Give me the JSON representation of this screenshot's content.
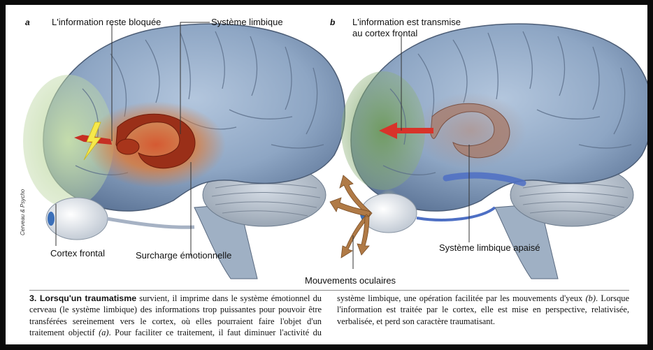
{
  "panel_a": {
    "letter": "a",
    "label_blocked": "L'information reste bloquée",
    "label_limbic": "Système limbique",
    "label_frontal": "Cortex frontal",
    "label_overload": "Surcharge émotionnelle"
  },
  "panel_b": {
    "letter": "b",
    "label_transmitted_1": "L'information est transmise",
    "label_transmitted_2": "au cortex frontal",
    "label_calmed": "Système limbique apaisé",
    "label_eye_movements": "Mouvements oculaires"
  },
  "credit": "Cerveau & Psycho",
  "caption": {
    "lead": "3. Lorsqu'un traumatisme",
    "text_1": " survient, il imprime dans le système émotionnel du cerveau (le système limbique) des informations trop puissantes pour pouvoir être transférées sereinement vers le cortex, où elles pourraient faire l'objet d'un traitement objectif ",
    "ref_a": "(a)",
    "text_2": ". Pour faciliter ce traitement, il faut diminuer l'activité du système limbique, une opération facilitée par les mouvements d'yeux ",
    "ref_b": "(b)",
    "text_3": ". Lorsque l'information est traitée par le cortex, elle est mise en perspective, relativisée, verbalisée, et perd son caractère traumatisant."
  },
  "colors": {
    "brain_blue": "#8ea6c4",
    "frontal_green": "#bcd6a2",
    "limbic_red": "#b33a1c",
    "overload_orange": "#e0762e",
    "arrow_red": "#d8332a",
    "eye_arrow_brown": "#b07a46",
    "optic_blue": "#4d6fc4"
  }
}
